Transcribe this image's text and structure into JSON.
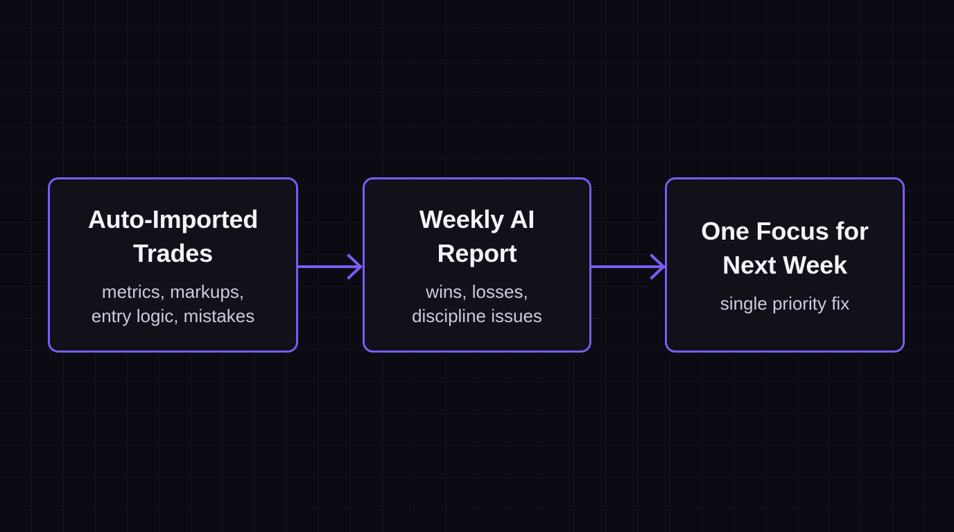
{
  "diagram": {
    "type": "horizontal-flow",
    "background_color": "#0b0b13",
    "grid_color": "#3a3a52",
    "accent_color": "#7c5cf5",
    "card_fill_color": "#121018",
    "title_color": "#f6f4fb",
    "subtitle_color": "#cfc9dc",
    "nodes": [
      {
        "id": "auto-imported-trades",
        "title": "Auto-Imported\nTrades",
        "subtitle": "metrics, markups,\nentry logic, mistakes"
      },
      {
        "id": "weekly-ai-report",
        "title": "Weekly AI\nReport",
        "subtitle": "wins, losses,\ndiscipline issues"
      },
      {
        "id": "one-focus-for-next-week",
        "title": "One Focus for\nNext Week",
        "subtitle": "single priority fix"
      }
    ],
    "connectors": [
      {
        "id": "arrow-1",
        "from": "auto-imported-trades",
        "to": "weekly-ai-report",
        "shape": "arrow-right",
        "label": ""
      },
      {
        "id": "arrow-2",
        "from": "weekly-ai-report",
        "to": "one-focus-for-next-week",
        "shape": "arrow-right",
        "label": ""
      }
    ]
  }
}
